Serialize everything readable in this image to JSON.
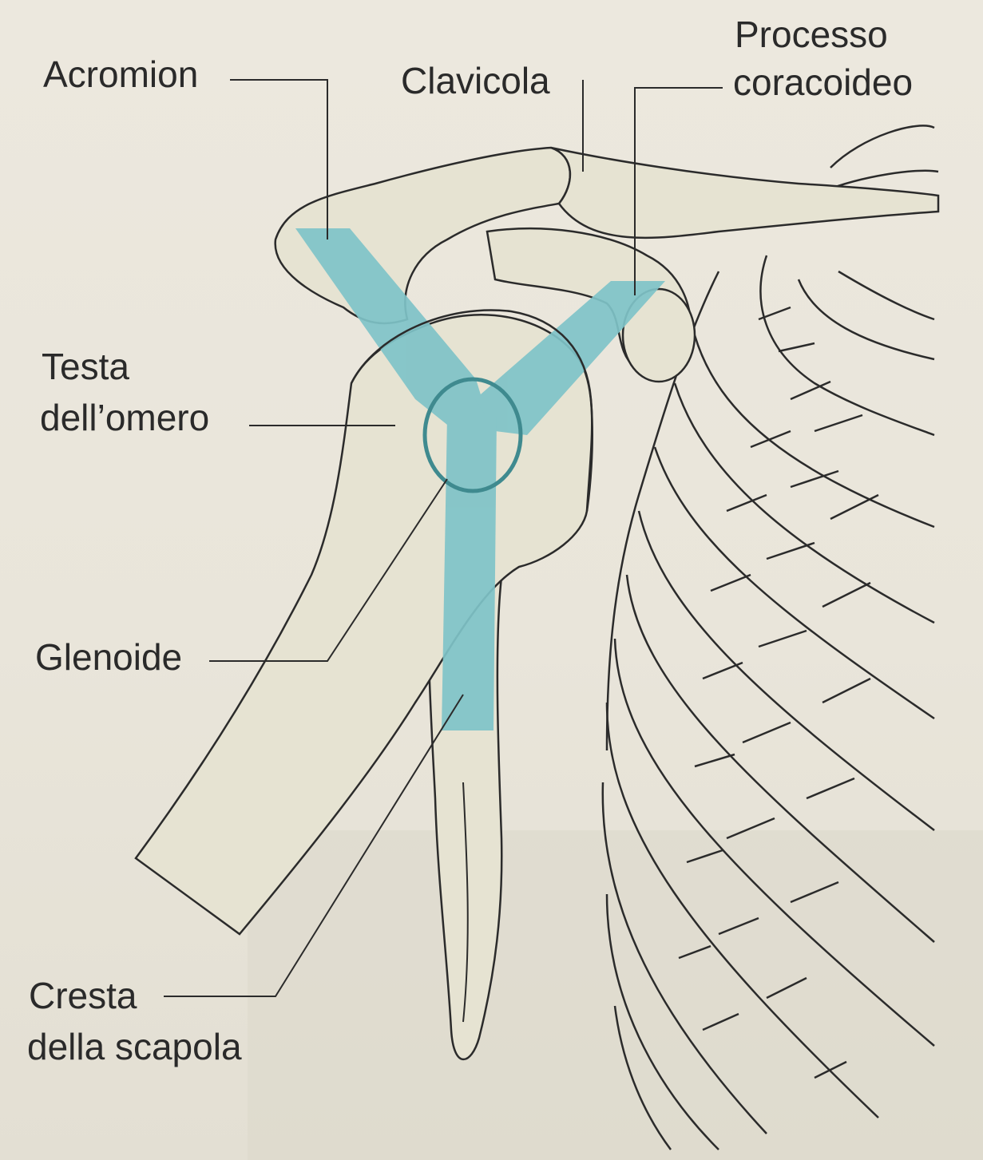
{
  "labels": {
    "acromion": "Acromion",
    "clavicola": "Clavicola",
    "processo_line1": "Processo",
    "processo_line2": "coracoideo",
    "testa_line1": "Testa",
    "testa_line2": "dell’omero",
    "glenoide": "Glenoide",
    "cresta_line1": "Cresta",
    "cresta_line2": "della scapola"
  },
  "colors": {
    "background": "#ebe7dc",
    "bone_fill": "#e6e3d2",
    "outline": "#2b2b2b",
    "highlight": "#7fc3c8",
    "circle": "#3f8a8f",
    "text": "#2a2a2a"
  }
}
